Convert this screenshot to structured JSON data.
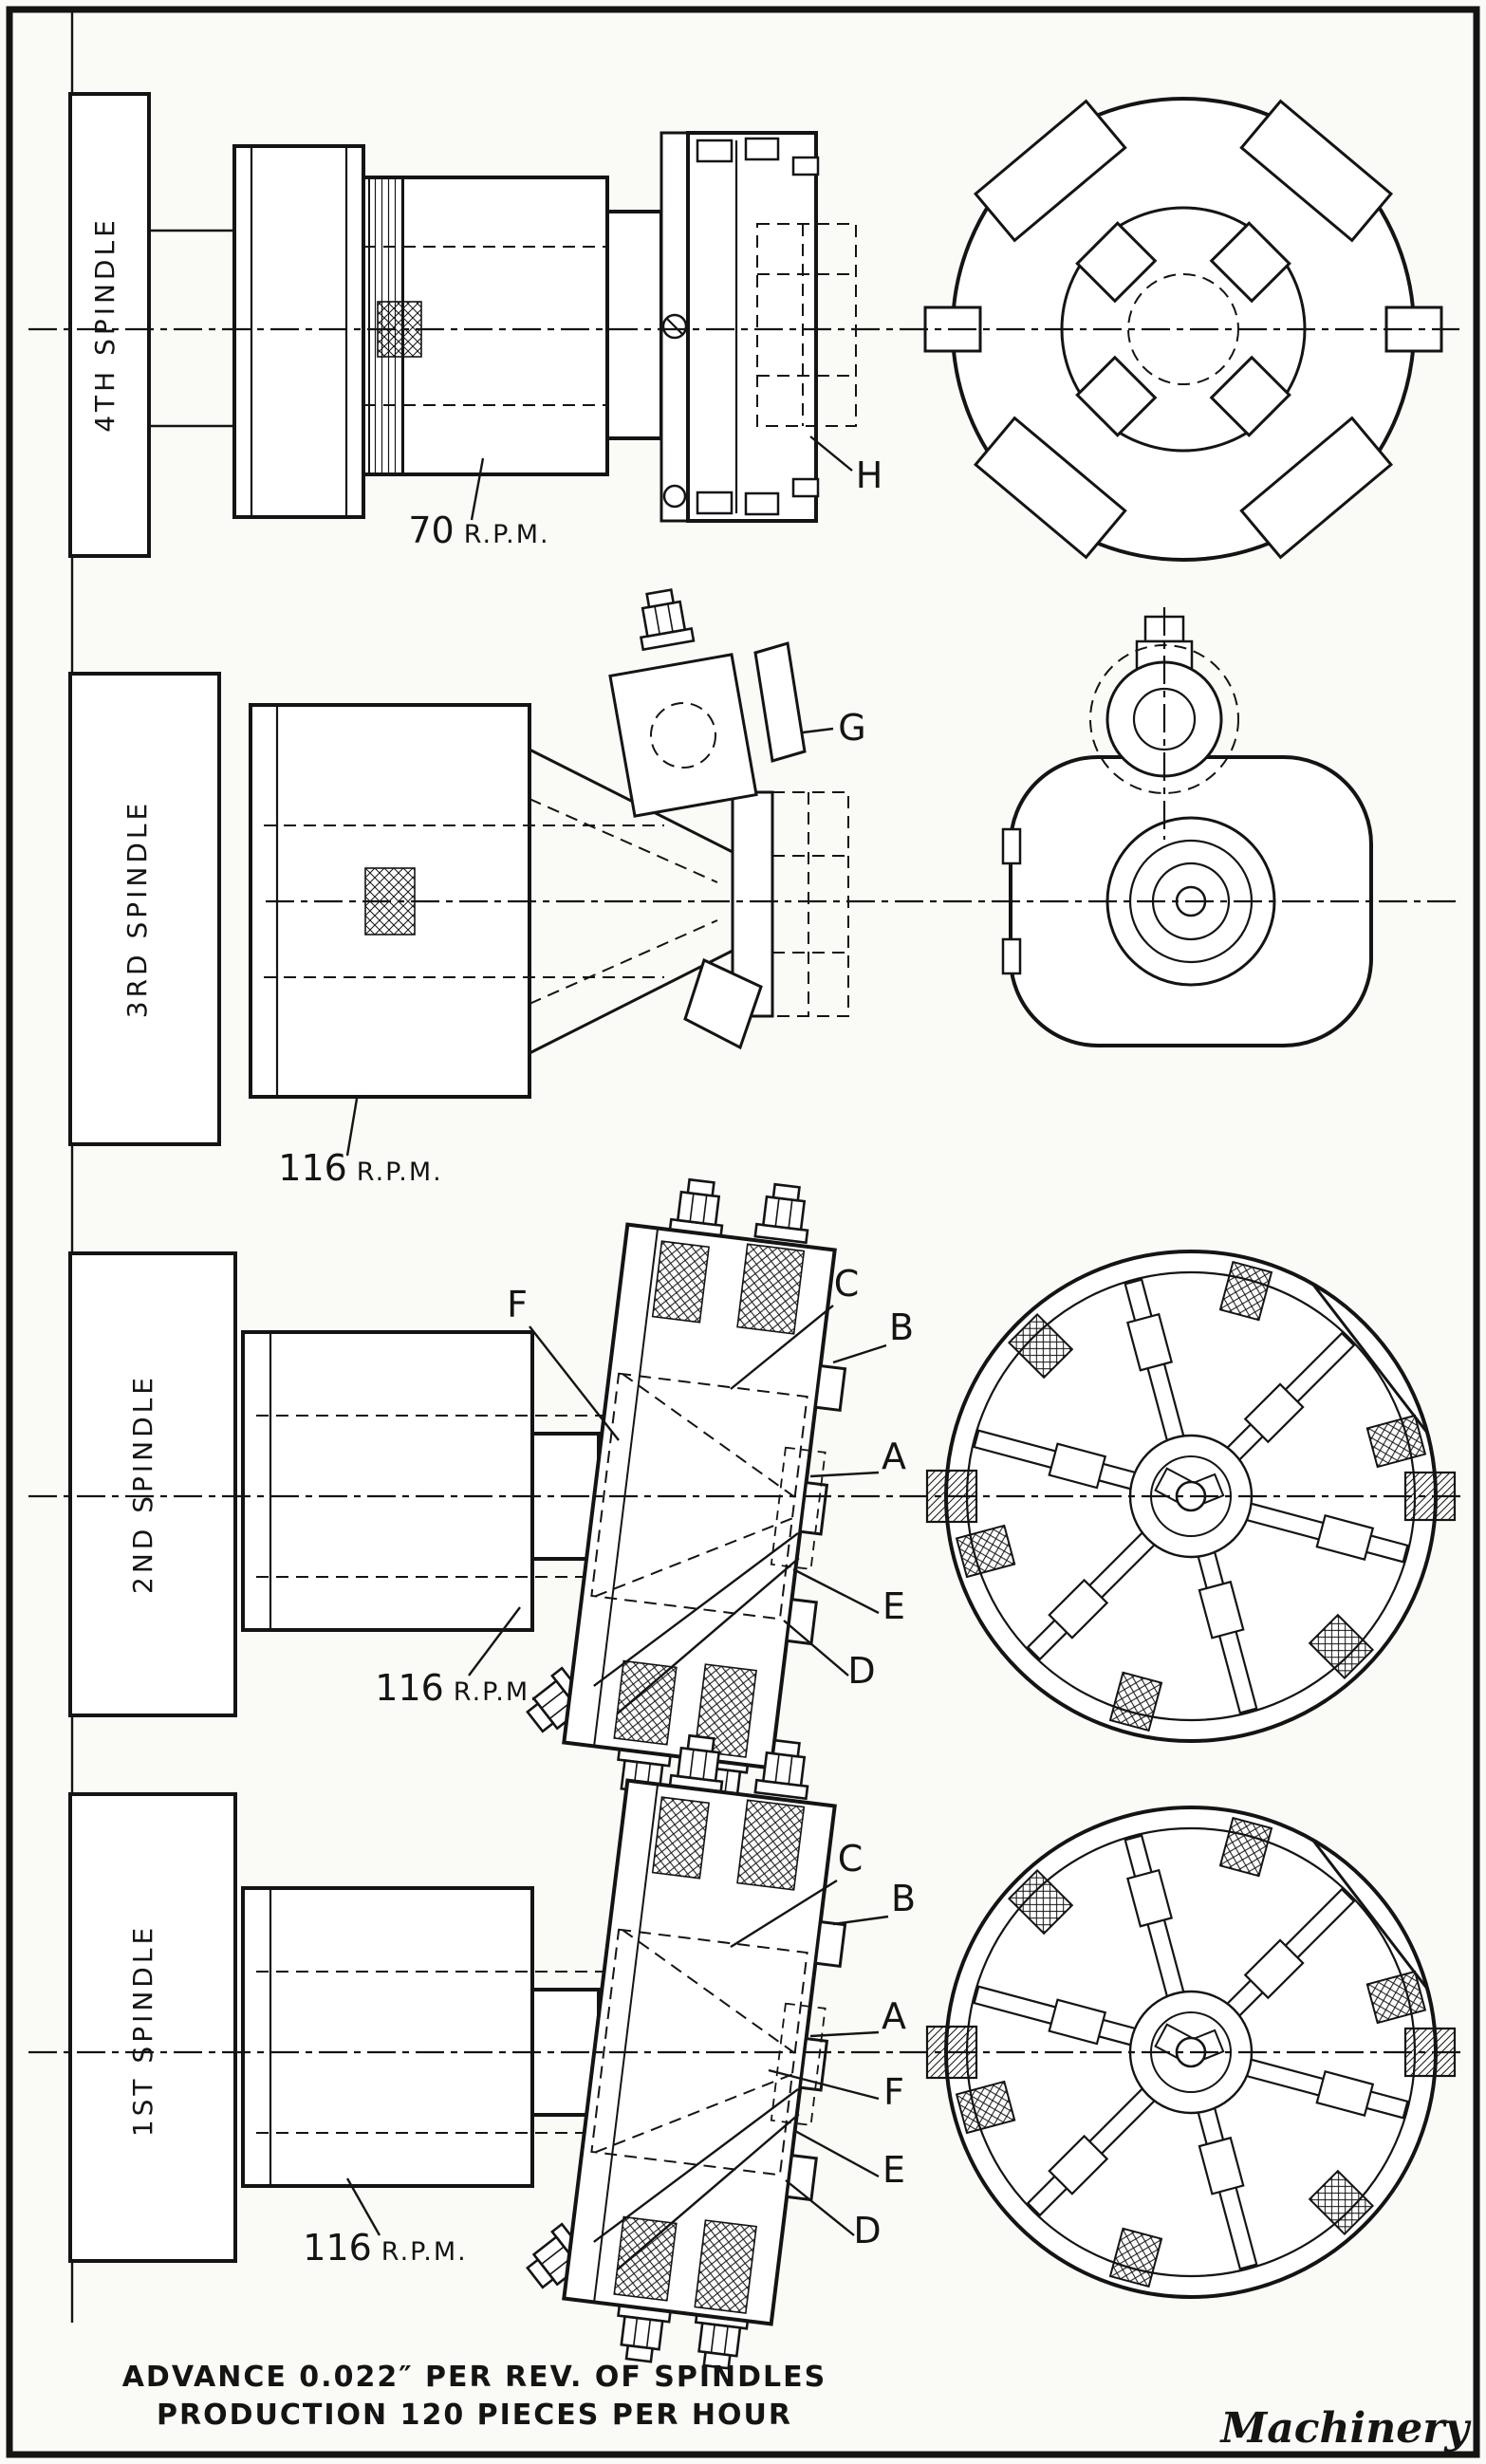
{
  "colors": {
    "ink": "#141414",
    "paper": "#fafaf7"
  },
  "spindles": [
    {
      "label": "4TH SPINDLE",
      "rpm_value": "70",
      "rpm_unit": "R.P.M.",
      "callouts": [
        "H"
      ]
    },
    {
      "label": "3RD SPINDLE",
      "rpm_value": "116",
      "rpm_unit": "R.P.M.",
      "callouts": [
        "G"
      ]
    },
    {
      "label": "2ND SPINDLE",
      "rpm_value": "116",
      "rpm_unit": "R.P.M.",
      "callouts": [
        "F",
        "C",
        "B",
        "A",
        "E",
        "D"
      ]
    },
    {
      "label": "1ST SPINDLE",
      "rpm_value": "116",
      "rpm_unit": "R.P.M.",
      "callouts": [
        "C",
        "B",
        "A",
        "F",
        "E",
        "D"
      ]
    }
  ],
  "footer": {
    "line1": "ADVANCE 0.022″ PER REV. OF SPINDLES",
    "line2": "PRODUCTION 120 PIECES PER HOUR",
    "credit": "Machinery"
  }
}
